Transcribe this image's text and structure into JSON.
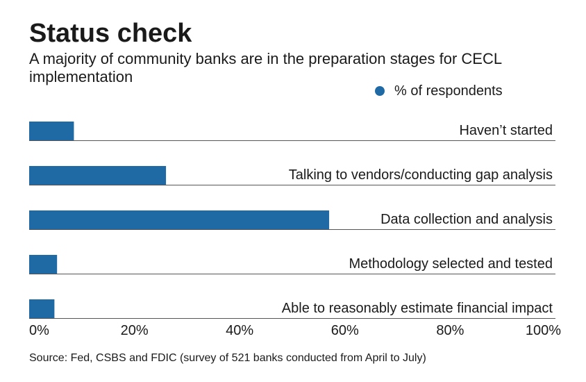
{
  "header": {
    "title": "Status check",
    "subtitle": "A majority of community banks are in the preparation stages for CECL implementation"
  },
  "legend": {
    "label": "% of respondents"
  },
  "colors": {
    "bar": "#1f6aa5",
    "axis_line": "#555555",
    "text": "#1a1a1a"
  },
  "footer": {
    "source": "Source: Fed, CSBS and FDIC (survey of 521 banks conducted from April to July)"
  },
  "chart_data": {
    "type": "bar",
    "orientation": "horizontal",
    "categories": [
      "Haven’t started",
      "Talking to vendors/conducting gap analysis",
      "Data collection and analysis",
      "Methodology selected and tested",
      "Able to reasonably estimate financial impact"
    ],
    "series": [
      {
        "name": "% of respondents",
        "values": [
          8.5,
          26,
          57,
          5.3,
          4.8
        ]
      }
    ],
    "xlim": [
      0,
      100
    ],
    "x_ticks": [
      "0%",
      "20%",
      "40%",
      "60%",
      "80%",
      "100%"
    ],
    "x_tick_values": [
      0,
      20,
      40,
      60,
      80,
      100
    ],
    "grid": false,
    "legend_position": "top-right"
  }
}
